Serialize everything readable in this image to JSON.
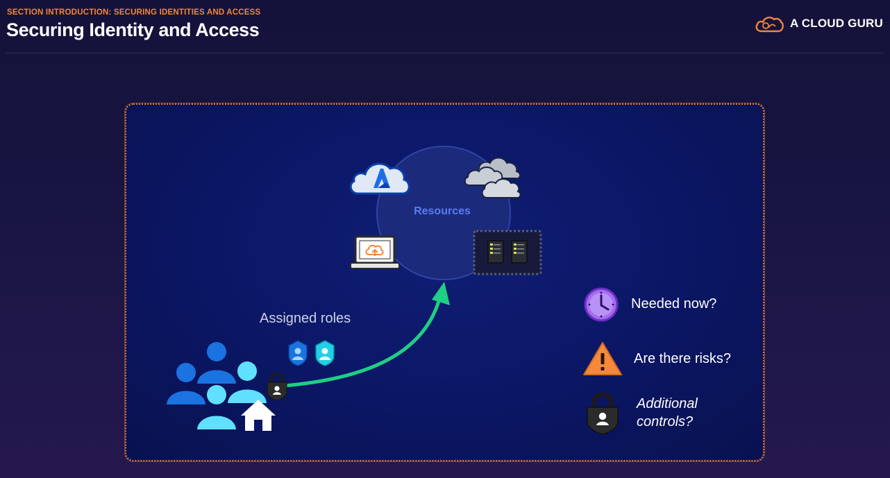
{
  "header": {
    "section_label": "SECTION INTRODUCTION: SECURING IDENTITIES AND ACCESS",
    "title": "Securing Identity and Access",
    "brand": "A CLOUD GURU"
  },
  "diagram": {
    "resources_label": "Resources",
    "roles_label": "Assigned roles",
    "icons": [
      "azure-cloud-icon",
      "other-clouds-icon",
      "laptop-icon",
      "servers-icon",
      "users-group-icon",
      "home-icon",
      "lock-icon",
      "role-badge-icon",
      "arrow"
    ],
    "questions": [
      {
        "icon": "clock-icon",
        "text": "Needed now?"
      },
      {
        "icon": "warning-icon",
        "text": "Are there risks?"
      },
      {
        "icon": "lock-icon",
        "text_line1": "Additional",
        "text_line2": "controls?"
      }
    ]
  },
  "colors": {
    "accent": "#f4863a",
    "panel_border": "#ec7a32",
    "resources_text": "#5b7cf2",
    "arrow": "#1fcf84",
    "clock": "#a56cf0",
    "warning": "#f58a3a"
  }
}
